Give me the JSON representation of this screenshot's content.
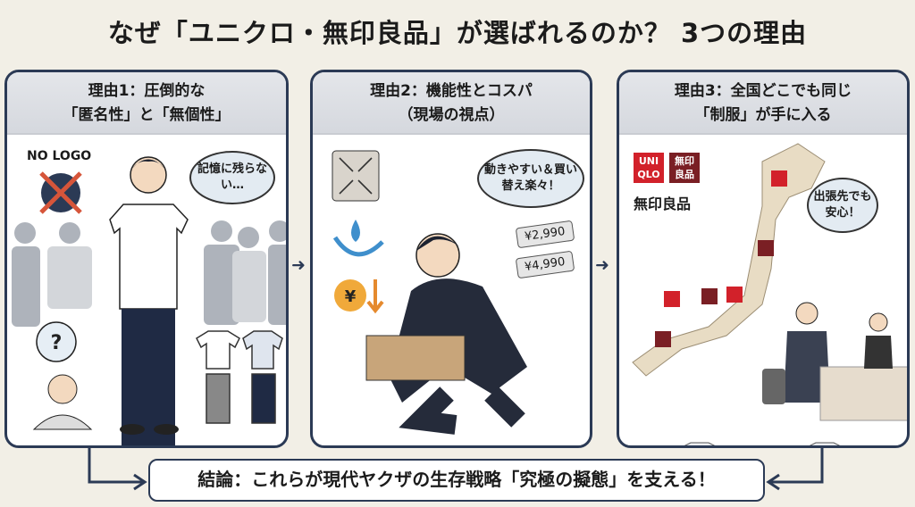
{
  "title": "なぜ「ユニクロ・無印良品」が選ばれるのか？ 3つの理由",
  "panels": [
    {
      "heading_line1": "理由1：圧倒的な",
      "heading_line2": "「匿名性」と「無個性」",
      "no_logo": "NO LOGO",
      "bubble": "記憶に残らない…"
    },
    {
      "heading_line1": "理由2：機能性とコスパ",
      "heading_line2": "（現場の視点）",
      "bubble": "動きやすい＆買い替え楽々！",
      "prices": [
        "¥2,990",
        "¥4,990"
      ]
    },
    {
      "heading_line1": "理由3：全国どこでも同じ",
      "heading_line2": "「制服」が手に入る",
      "brand_uniqlo": "UNI QLO",
      "brand_muji_logo": "無印良品",
      "brand_muji_text": "無印良品",
      "bubble": "出張先でも安心！"
    }
  ],
  "conclusion": "結論：これらが現代ヤクザの生存戦略「究極の擬態」を支える！",
  "colors": {
    "navy": "#2b3a55",
    "uniqlo_red": "#d2212a",
    "muji_red": "#7a1f24",
    "background": "#f2efe6"
  }
}
